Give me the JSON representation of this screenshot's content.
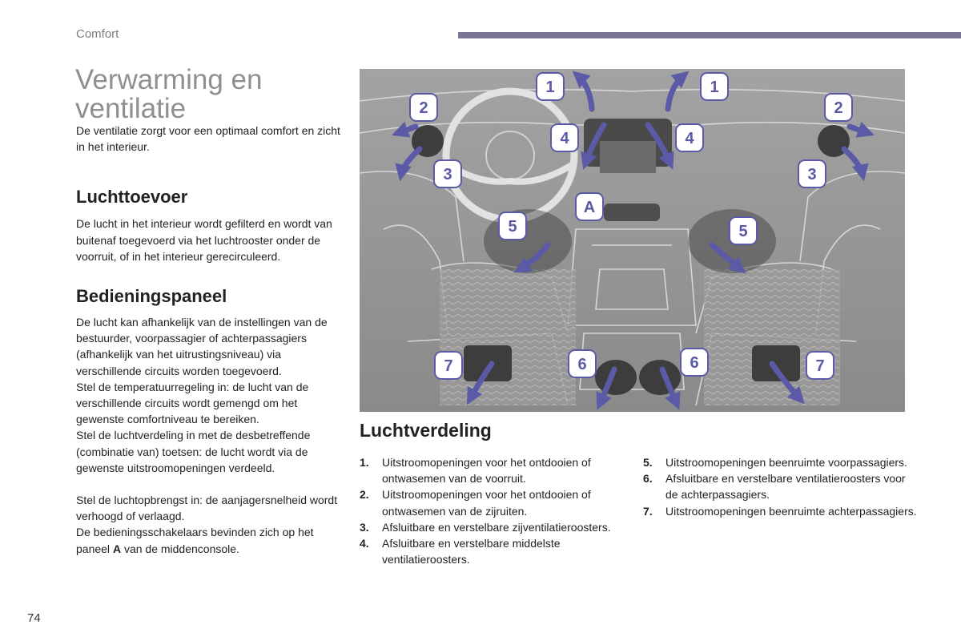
{
  "header": {
    "section": "Comfort",
    "accent_color": "#7b7594"
  },
  "page_title": "Verwarming en ventilatie",
  "intro": "De ventilatie zorgt voor een optimaal comfort en zicht in het interieur.",
  "luchttoevoer": {
    "heading": "Luchttoevoer",
    "text": "De lucht in het interieur wordt gefilterd en wordt van buitenaf toegevoerd via het luchtrooster onder de voorruit, of in het interieur gerecirculeerd."
  },
  "bedieningspaneel": {
    "heading": "Bedieningspaneel",
    "p1": "De lucht kan afhankelijk van de instellingen van de bestuurder, voorpassagier of achterpassagiers (afhankelijk van het uitrustingsniveau) via verschillende circuits worden toegevoerd.",
    "p2": "Stel de temperatuurregeling in: de lucht van de verschillende circuits wordt gemengd om het gewenste comfortniveau te bereiken.",
    "p3": "Stel de luchtverdeling in met de desbetreffende (combinatie van) toetsen: de lucht wordt via de gewenste uitstroomopeningen verdeeld.",
    "p4": "Stel de luchtopbrengst in: de aanjagersnelheid wordt verhoogd of verlaagd.",
    "p5_start": "De bedieningsschakelaars bevinden zich op het paneel ",
    "p5_bold": "A",
    "p5_end": " van de middenconsole."
  },
  "illustration": {
    "callouts": [
      "1",
      "1",
      "2",
      "2",
      "3",
      "3",
      "4",
      "4",
      "A",
      "5",
      "5",
      "6",
      "6",
      "7",
      "7"
    ],
    "arrow_color": "#5b5aa6"
  },
  "luchtverdeling": {
    "heading": "Luchtverdeling",
    "items": [
      {
        "num": "1.",
        "text": "Uitstroomopeningen voor het ontdooien of ontwasemen van de voorruit."
      },
      {
        "num": "2.",
        "text": "Uitstroomopeningen voor het ontdooien of ontwasemen van de zijruiten."
      },
      {
        "num": "3.",
        "text": "Afsluitbare en verstelbare zijventilatieroosters."
      },
      {
        "num": "4.",
        "text": "Afsluitbare en verstelbare middelste ventilatieroosters."
      },
      {
        "num": "5.",
        "text": "Uitstroomopeningen beenruimte voorpassagiers."
      },
      {
        "num": "6.",
        "text": "Afsluitbare en verstelbare ventilatieroosters voor de achterpassagiers."
      },
      {
        "num": "7.",
        "text": "Uitstroomopeningen beenruimte achterpassagiers."
      }
    ]
  },
  "page_number": "74"
}
